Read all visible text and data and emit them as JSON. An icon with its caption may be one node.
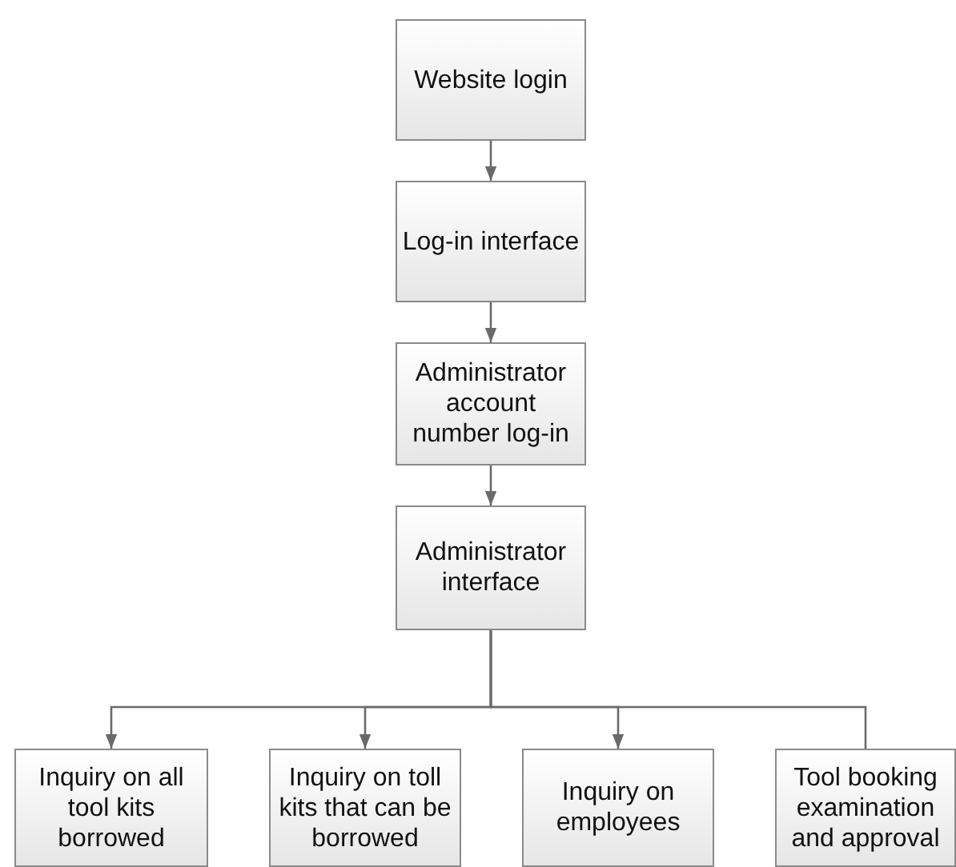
{
  "diagram": {
    "nodes": [
      {
        "text": [
          "Website login"
        ]
      },
      {
        "text": [
          "Log-in interface"
        ]
      },
      {
        "text": [
          "Administrator account number log-in"
        ]
      },
      {
        "text": [
          "Administrator interface"
        ]
      },
      {
        "text": [
          "Inquiry on all tool kits borrowed"
        ]
      },
      {
        "text": [
          "Inquiry on toll kits that can be borrowed"
        ]
      },
      {
        "text": [
          "Inquiry on employees"
        ]
      },
      {
        "text": [
          "Tool booking examination and approval"
        ]
      }
    ],
    "edges": [
      {
        "from": 0,
        "to": 1,
        "arrow": "to"
      },
      {
        "from": 1,
        "to": 2,
        "arrow": "to"
      },
      {
        "from": 2,
        "to": 3,
        "arrow": "to"
      },
      {
        "from": 3,
        "to": 4,
        "arrow": "to"
      },
      {
        "from": 3,
        "to": 5,
        "arrow": "to"
      },
      {
        "from": 3,
        "to": 6,
        "arrow": "to"
      },
      {
        "from": 3,
        "to": 7,
        "arrow": "none"
      }
    ]
  }
}
